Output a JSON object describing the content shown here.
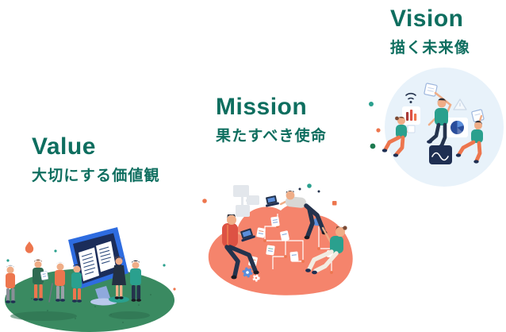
{
  "meta": {
    "description": "Corporate philosophy infographic with three concepts and illustrations"
  },
  "sections": {
    "value": {
      "title": "Value",
      "subtitle": "大切にする価値観"
    },
    "mission": {
      "title": "Mission",
      "subtitle": "果たすべき使命"
    },
    "vision": {
      "title": "Vision",
      "subtitle": "描く未来像"
    }
  },
  "illustrations": {
    "value": {
      "icons": [
        "monitor-icon",
        "document-icon",
        "droplet-icon"
      ],
      "scene": "people gathered around large monitor on green hill"
    },
    "mission": {
      "icons": [
        "laptop-icon",
        "flowchart-icon",
        "gear-icon",
        "document-icon"
      ],
      "scene": "people working with laptops on coral mound with workflow"
    },
    "vision": {
      "icons": [
        "wifi-icon",
        "bar-chart-icon",
        "pie-chart-icon",
        "paper-icon",
        "warning-triangle-icon",
        "wave-chart-icon"
      ],
      "scene": "people celebrating inside light blue circle"
    }
  },
  "colors": {
    "background": "#ffffff",
    "heading": "#0e6e5f",
    "hill_green": "#3a8a61",
    "hill_green_dark": "#2c6e4e",
    "blob_coral": "#f5846c",
    "circle_blue": "#e8f2fa",
    "teal": "#2aa08e",
    "navy": "#24334d",
    "navy_dark": "#1f2f52",
    "orange": "#ed764e",
    "red": "#dd5244",
    "monitor_blue": "#2e6ce0",
    "screen_navy": "#1b2d5a",
    "stand_blue": "#8fa9dd",
    "base_blue": "#b9c9ec",
    "skin": "#efad87",
    "pie_dark": "#2a4d9b",
    "pie_light": "#5b8edb",
    "gray_light": "#e3e7ec",
    "hair_dark": "#2b2b33",
    "hair_brown": "#7a4a35"
  }
}
